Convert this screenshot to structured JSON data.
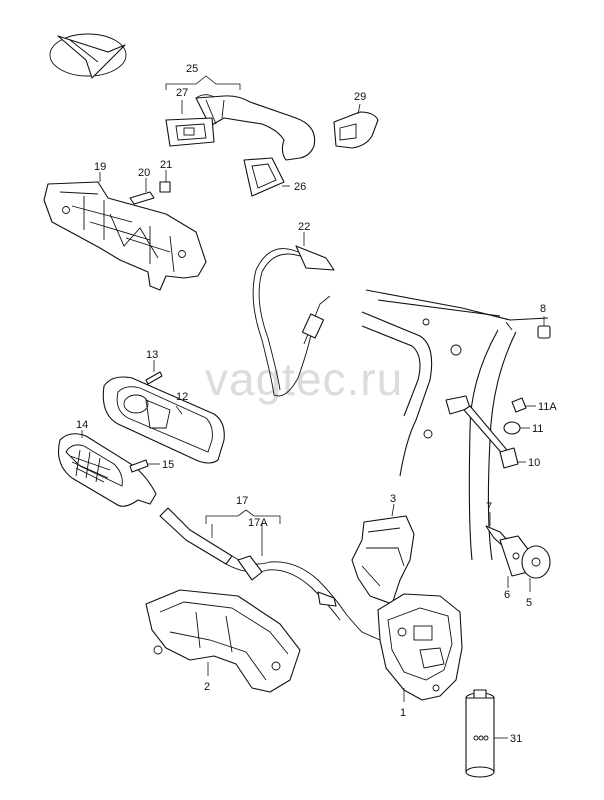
{
  "watermark": "vagtec.ru",
  "callouts": {
    "c1": "1",
    "c2": "2",
    "c3": "3",
    "c5": "5",
    "c6": "6",
    "c7": "7",
    "c8": "8",
    "c10": "10",
    "c11": "11",
    "c11a": "11A",
    "c12": "12",
    "c13": "13",
    "c14": "14",
    "c15": "15",
    "c17": "17",
    "c17a": "17A",
    "c19": "19",
    "c20": "20",
    "c21": "21",
    "c22": "22",
    "c25": "25",
    "c26": "26",
    "c27": "27",
    "c29": "29",
    "c31": "31"
  }
}
